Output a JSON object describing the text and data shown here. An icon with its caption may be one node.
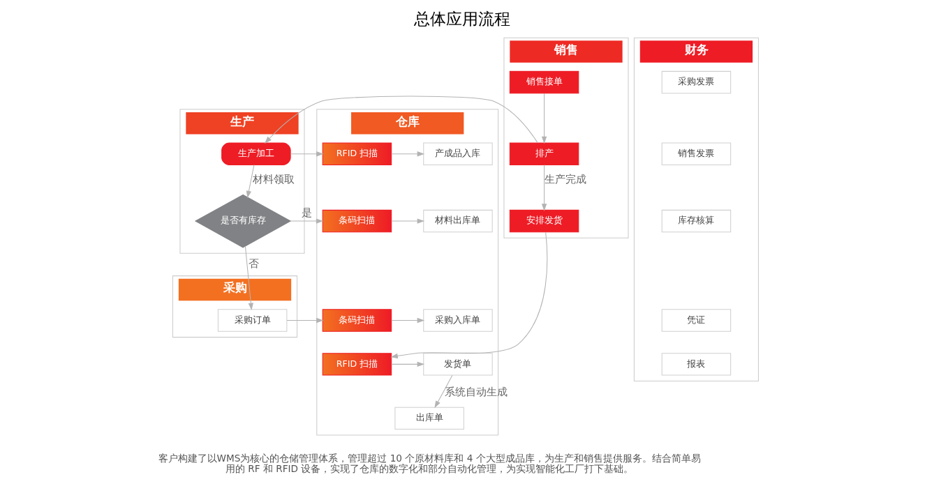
{
  "diagram": {
    "title": "总体应用流程",
    "caption": "客户构建了以WMS为核心的仓储管理体系，管理超过 10 个原材料库和 4 个大型成品库，为生产和销售提供服务。结合简单易用的 RF 和 RFID 设备，实现了仓库的数字化和部分自动化管理，为实现智能化工厂打下基础。",
    "nodes": [
      {
        "text": [
          "采购"
        ]
      },
      {
        "text": [
          "仓库"
        ]
      },
      {
        "text": [
          "生产"
        ]
      },
      {
        "text": [
          "销售"
        ]
      },
      {
        "text": [
          "财务"
        ]
      },
      {
        "text": [
          "采购订单"
        ],
        "in": 0
      },
      {
        "text": [
          "产成品入库"
        ],
        "in": 1
      },
      {
        "text": [
          "RFID 扫描"
        ],
        "in": 1
      },
      {
        "text": [
          "材料出库单"
        ],
        "in": 1
      },
      {
        "text": [
          "条码扫描"
        ],
        "in": 1
      },
      {
        "text": [
          "条码扫描"
        ],
        "in": 1
      },
      {
        "text": [
          "采购入库单"
        ],
        "in": 1
      },
      {
        "text": [
          "发货单"
        ],
        "in": 1
      },
      {
        "text": [
          "RFID 扫描"
        ],
        "in": 1
      },
      {
        "text": [
          "出库单"
        ],
        "in": 1
      },
      {
        "text": [
          "生产加工"
        ],
        "in": 2
      },
      {
        "text": [
          "是否有库存"
        ],
        "in": 2
      },
      {
        "text": [
          "销售接单"
        ],
        "in": 3
      },
      {
        "text": [
          "排产"
        ],
        "in": 3
      },
      {
        "text": [
          "安排发货"
        ],
        "in": 3
      },
      {
        "text": [
          "采购发票"
        ],
        "in": 4
      },
      {
        "text": [
          "销售发票"
        ],
        "in": 4
      },
      {
        "text": [
          "库存核算"
        ],
        "in": 4
      },
      {
        "text": [
          "凭证"
        ],
        "in": 4
      },
      {
        "text": [
          "报表"
        ],
        "in": 4
      }
    ],
    "edges": [
      {
        "from": 17,
        "to": 18,
        "arrow": "to"
      },
      {
        "from": 18,
        "to": 15,
        "arrow": "to"
      },
      {
        "from": 18,
        "to": 19,
        "arrow": "to",
        "label": "生产完成"
      },
      {
        "from": 15,
        "to": 7,
        "arrow": "to"
      },
      {
        "from": 7,
        "to": 6,
        "arrow": "to"
      },
      {
        "from": 15,
        "to": 16,
        "arrow": "to",
        "label": "材料领取"
      },
      {
        "from": 16,
        "to": 9,
        "arrow": "to",
        "label": "是"
      },
      {
        "from": 9,
        "to": 8,
        "arrow": "to"
      },
      {
        "from": 16,
        "to": 5,
        "arrow": "to",
        "label": "否"
      },
      {
        "from": 5,
        "to": 10,
        "arrow": "to"
      },
      {
        "from": 10,
        "to": 11,
        "arrow": "to"
      },
      {
        "from": 19,
        "to": 13,
        "arrow": "to"
      },
      {
        "from": 13,
        "to": 12,
        "arrow": "to"
      },
      {
        "from": 12,
        "to": 14,
        "arrow": "to",
        "label": "系统自动生成"
      }
    ]
  }
}
